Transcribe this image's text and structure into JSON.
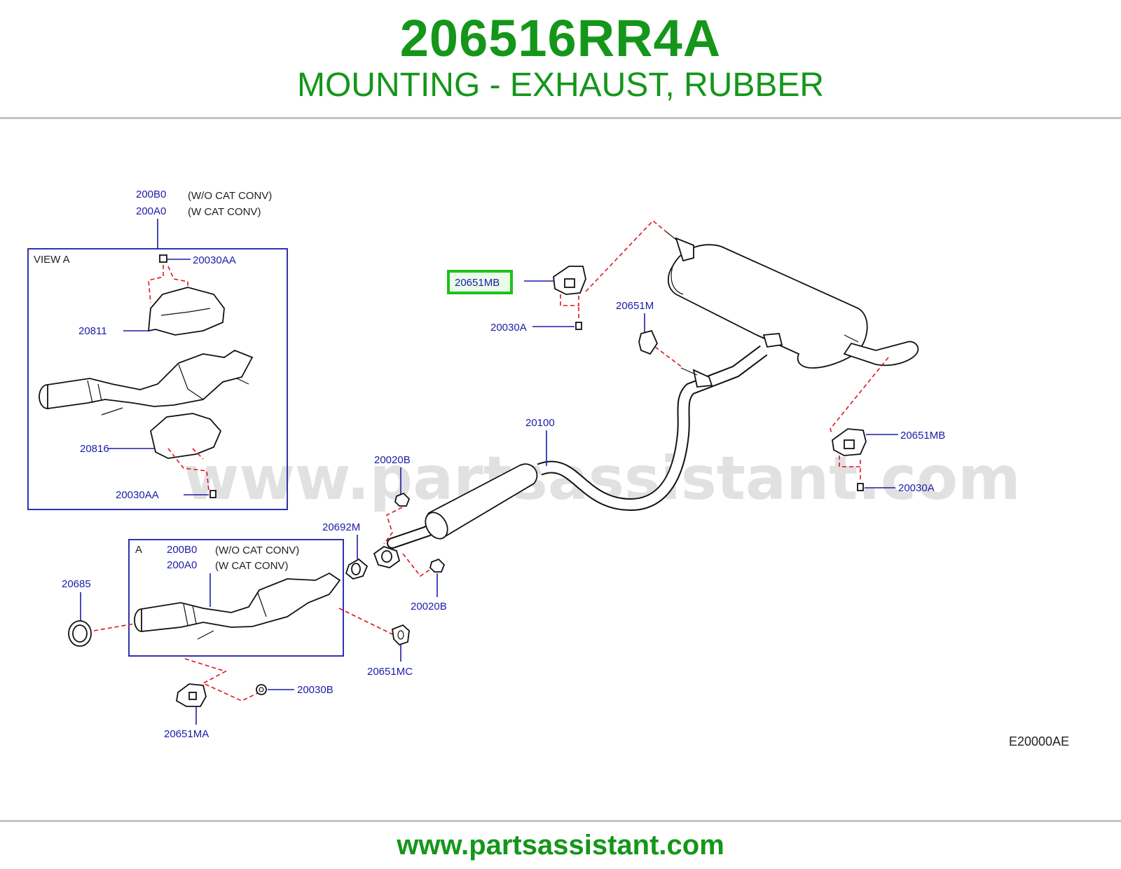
{
  "header": {
    "part_number": "206516RR4A",
    "description": "MOUNTING - EXHAUST, RUBBER"
  },
  "footer": {
    "url": "www.partsassistant.com"
  },
  "watermark": "www.partsassistant.com",
  "diagram_code": "E20000AE",
  "colors": {
    "brand_green": "#14961a",
    "label_blue": "#1c1ca8",
    "dash_red": "#e0141e",
    "highlight": "#1ec01e"
  },
  "view_a": {
    "title": "VIEW   A",
    "top_labels": [
      {
        "code": "200B0",
        "note": "(W/O   CAT   CONV)"
      },
      {
        "code": "200A0",
        "note": "(W   CAT   CONV)"
      }
    ],
    "parts": [
      "20030AA",
      "20811",
      "20816",
      "20030AA"
    ]
  },
  "detail_a": {
    "title": "A",
    "labels": [
      {
        "code": "200B0",
        "note": "(W/O   CAT   CONV)"
      },
      {
        "code": "200A0",
        "note": "(W   CAT   CONV)"
      }
    ]
  },
  "callouts": {
    "highlighted": "20651MB",
    "c20030A_1": "20030A",
    "c20651M": "20651M",
    "c20100": "20100",
    "c20651MB_2": "20651MB",
    "c20030A_2": "20030A",
    "c20020B_1": "20020B",
    "c20692M": "20692M",
    "c20020B_2": "20020B",
    "c20685": "20685",
    "c20651MC": "20651MC",
    "c20030B": "20030B",
    "c20651MA": "20651MA"
  }
}
